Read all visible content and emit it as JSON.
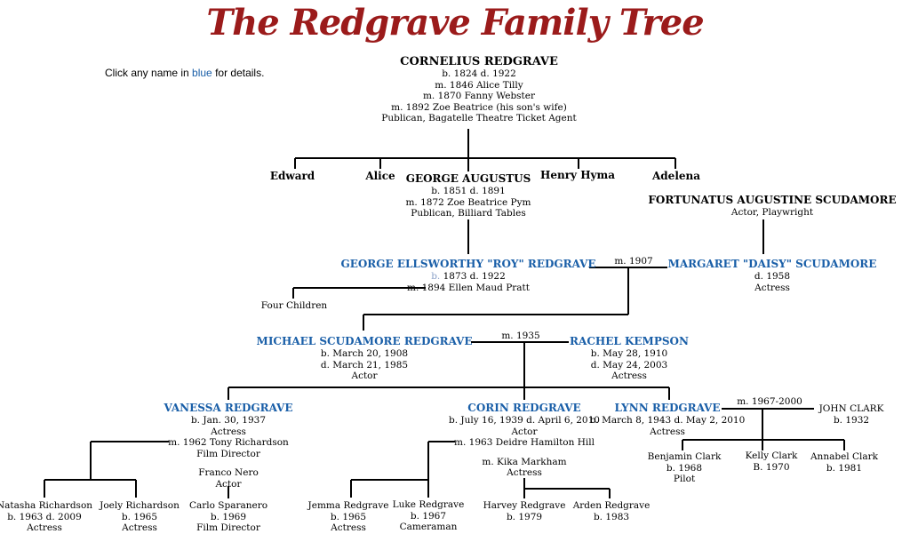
{
  "title": "The Redgrave Family Tree",
  "hint": {
    "prefix": "Click any name in ",
    "link": "blue",
    "suffix": " for details."
  },
  "cornelius": {
    "name": "CORNELIUS REDGRAVE",
    "l1": "b. 1824 d. 1922",
    "l2": "m. 1846 Alice Tilly",
    "l3": "m. 1870 Fanny Webster",
    "l4": "m. 1892 Zoe Beatrice (his son's wife)",
    "l5": "Publican, Bagatelle Theatre Ticket Agent"
  },
  "edward": "Edward",
  "alice": "Alice",
  "henry": "Henry Hyma",
  "adelena": "Adelena",
  "george_augustus": {
    "name": "GEORGE AUGUSTUS",
    "l1": "b. 1851 d. 1891",
    "l2": "m. 1872 Zoe Beatrice Pym",
    "l3": "Publican, Billiard Tables"
  },
  "fortunatus": {
    "name": "FORTUNATUS AUGUSTINE SCUDAMORE",
    "l1": "Actor, Playwright"
  },
  "roy": {
    "name": "GEORGE ELLSWORTHY \"ROY\" REDGRAVE",
    "b": "b.",
    "l1": " 1873 d. 1922",
    "l2": "m. 1894 Ellen Maud Pratt"
  },
  "m1907": "m. 1907",
  "daisy": {
    "name": "MARGARET \"DAISY\" SCUDAMORE",
    "l1": "d. 1958",
    "l2": "Actress"
  },
  "four_children": "Four Children",
  "michael": {
    "name": "MICHAEL SCUDAMORE REDGRAVE",
    "l1": "b. March 20, 1908",
    "l2": "d. March 21, 1985",
    "l3": "Actor"
  },
  "m1935": "m. 1935",
  "rachel": {
    "name": "RACHEL KEMPSON",
    "l1": "b. May 28, 1910",
    "l2": "d. May 24, 2003",
    "l3": "Actress"
  },
  "vanessa": {
    "name": "VANESSA REDGRAVE",
    "l1": "b. Jan. 30, 1937",
    "l2": "Actress",
    "l3": "m. 1962 Tony Richardson",
    "l4": "Film Director"
  },
  "franco": {
    "l1": "Franco Nero",
    "l2": "Actor"
  },
  "corin": {
    "name": "CORIN REDGRAVE",
    "l1": "b. July 16, 1939 d. April 6, 2010",
    "l2": "Actor",
    "l3": "m. 1963 Deidre Hamilton Hill",
    "l4": "m. Kika Markham",
    "l5": "Actress"
  },
  "lynn": {
    "name": "LYNN REDGRAVE",
    "l1": "b. March 8, 1943 d. May 2, 2010",
    "l2": "Actress"
  },
  "m1967": "m. 1967-2000",
  "john_clark": {
    "l1": "JOHN CLARK",
    "l2": "b. 1932"
  },
  "natasha": {
    "l1": "Natasha Richardson",
    "l2": "b. 1963 d. 2009",
    "l3": "Actress"
  },
  "joely": {
    "l1": "Joely Richardson",
    "l2": "b. 1965",
    "l3": "Actress"
  },
  "carlo": {
    "l1": "Carlo Sparanero",
    "l2": "b. 1969",
    "l3": "Film Director"
  },
  "jemma": {
    "l1": "Jemma Redgrave",
    "l2": "b. 1965",
    "l3": "Actress"
  },
  "luke": {
    "l1": "Luke Redgrave",
    "l2": "b. 1967",
    "l3": "Cameraman"
  },
  "harvey": {
    "l1": "Harvey Redgrave",
    "l2": "b. 1979"
  },
  "arden": {
    "l1": "Arden Redgrave",
    "l2": "b. 1983"
  },
  "benjamin": {
    "l1": "Benjamin Clark",
    "l2": "b. 1968",
    "l3": "Pilot"
  },
  "kelly": {
    "l1": "Kelly Clark",
    "l2": "B. 1970"
  },
  "annabel": {
    "l1": "Annabel Clark",
    "l2": "b. 1981"
  }
}
